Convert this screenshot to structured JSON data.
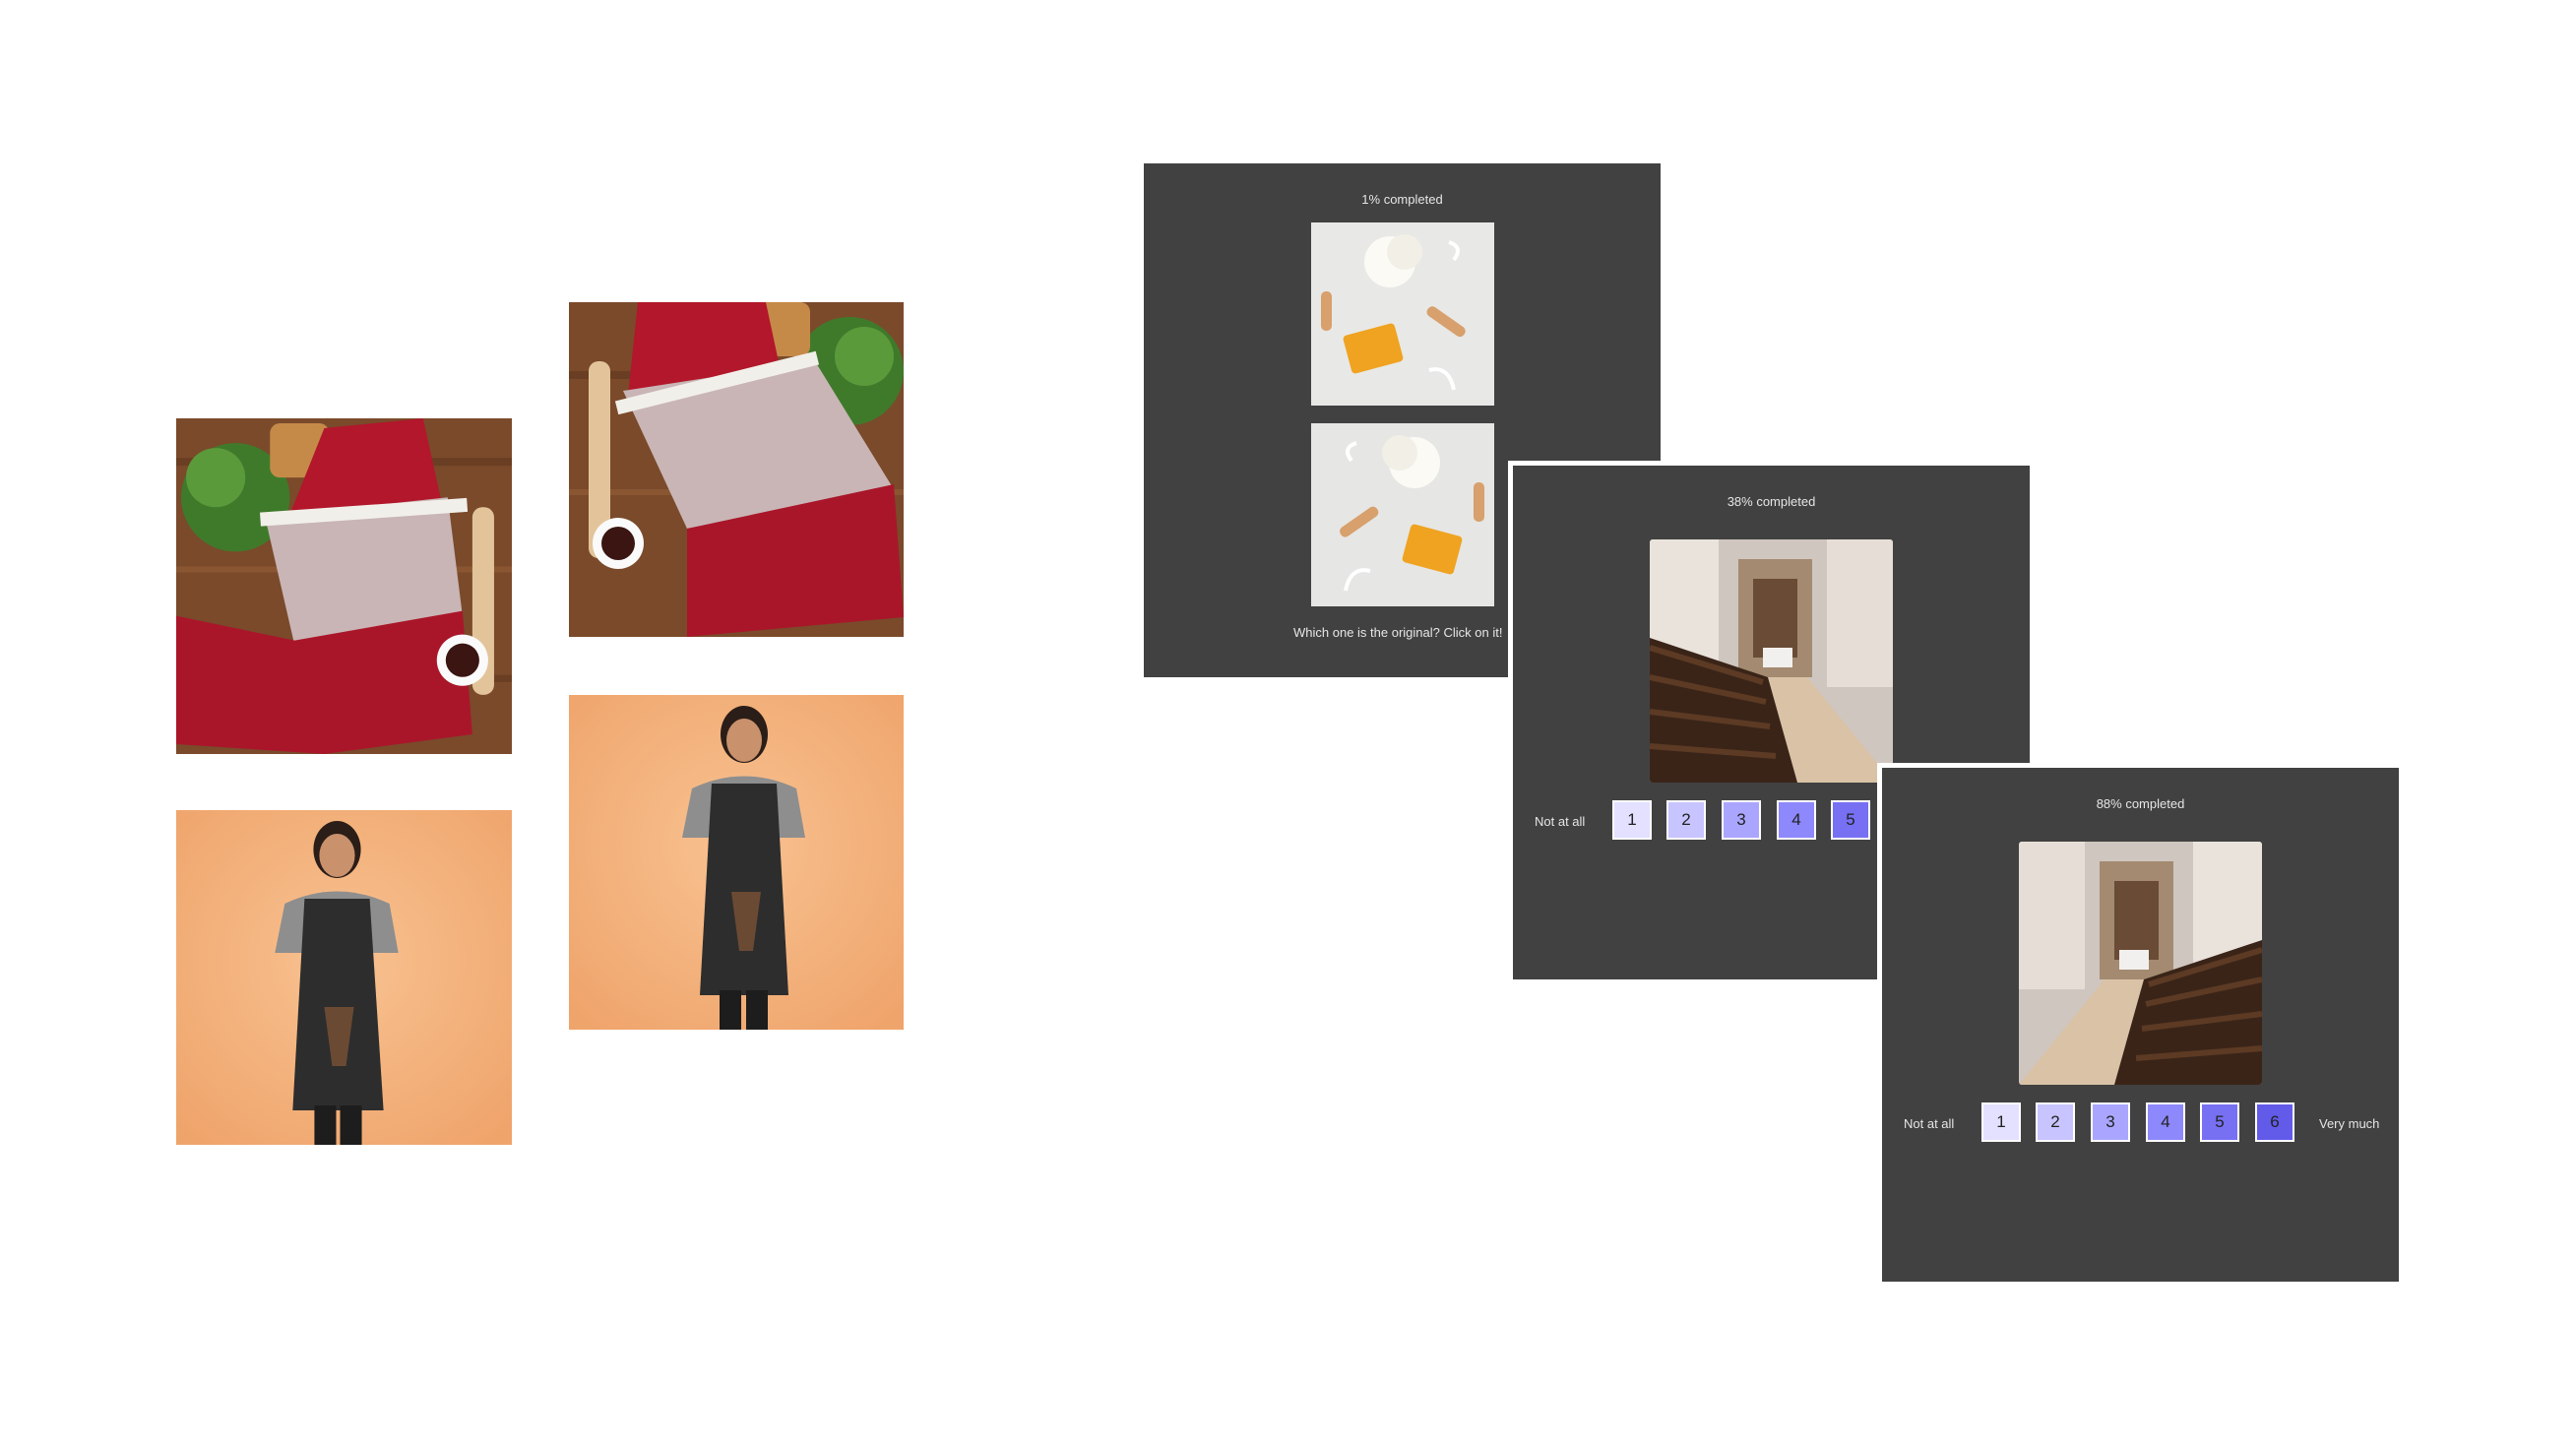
{
  "panels": {
    "first": {
      "progress": "1% completed",
      "prompt": "Which one is the original? Click on it!"
    },
    "second": {
      "progress": "38% completed",
      "scale": {
        "low_label": "Not at all",
        "options": [
          "1",
          "2",
          "3",
          "4",
          "5"
        ]
      }
    },
    "third": {
      "progress": "88% completed",
      "scale": {
        "low_label": "Not at all",
        "high_label": "Very much",
        "options": [
          "1",
          "2",
          "3",
          "4",
          "5",
          "6"
        ]
      }
    }
  },
  "rating_colors": [
    "#e3e1ff",
    "#c7c4ff",
    "#aaa6ff",
    "#8d88fb",
    "#7770f3",
    "#625ae9"
  ],
  "colors": {
    "panel_bg": "#414141",
    "panel_text": "#e6e6e6",
    "apron_red": "#b2172b",
    "peach_bg": "#f4b585"
  }
}
